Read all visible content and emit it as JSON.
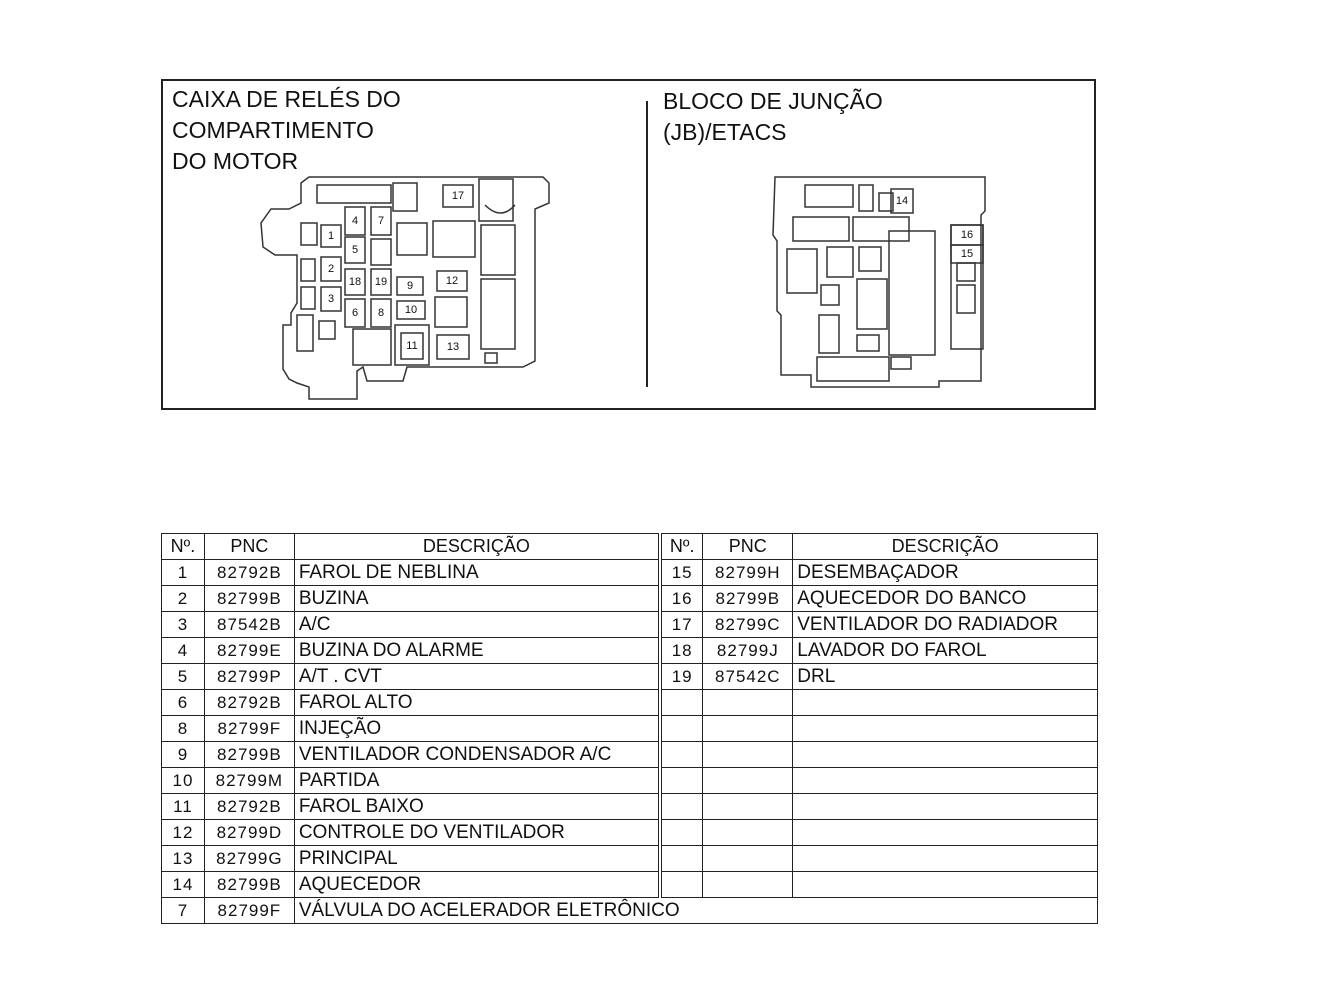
{
  "left_title": "CAIXA DE RELÉS DO\nCOMPARTIMENTO\nDO MOTOR",
  "right_title": "BLOCO DE JUNÇÃO\n(JB)/ETACS",
  "engine_box_labels": [
    "17",
    "4",
    "7",
    "1",
    "5",
    "2",
    "18",
    "19",
    "9",
    "12",
    "3",
    "6",
    "8",
    "10",
    "11",
    "13"
  ],
  "jb_labels": [
    "14",
    "16",
    "15"
  ],
  "table": {
    "headers": {
      "num": "Nº.",
      "pnc": "PNC",
      "desc": "DESCRIÇÃO"
    },
    "left_rows": [
      {
        "num": "1",
        "pnc": "82792B",
        "desc": "FAROL DE NEBLINA"
      },
      {
        "num": "2",
        "pnc": "82799B",
        "desc": "BUZINA"
      },
      {
        "num": "3",
        "pnc": "87542B",
        "desc": "A/C"
      },
      {
        "num": "4",
        "pnc": "82799E",
        "desc": "BUZINA DO ALARME"
      },
      {
        "num": "5",
        "pnc": "82799P",
        "desc": "A/T . CVT"
      },
      {
        "num": "6",
        "pnc": "82792B",
        "desc": "FAROL ALTO"
      },
      {
        "num": "8",
        "pnc": "82799F",
        "desc": "INJEÇÃO"
      },
      {
        "num": "9",
        "pnc": "82799B",
        "desc": "VENTILADOR CONDENSADOR A/C"
      },
      {
        "num": "10",
        "pnc": "82799M",
        "desc": "PARTIDA"
      },
      {
        "num": "11",
        "pnc": "82792B",
        "desc": "FAROL BAIXO"
      },
      {
        "num": "12",
        "pnc": "82799D",
        "desc": "CONTROLE DO VENTILADOR"
      },
      {
        "num": "13",
        "pnc": "82799G",
        "desc": "PRINCIPAL"
      },
      {
        "num": "14",
        "pnc": "82799B",
        "desc": "AQUECEDOR"
      }
    ],
    "right_rows": [
      {
        "num": "15",
        "pnc": "82799H",
        "desc": "DESEMBAÇADOR"
      },
      {
        "num": "16",
        "pnc": "82799B",
        "desc": "AQUECEDOR DO BANCO"
      },
      {
        "num": "17",
        "pnc": "82799C",
        "desc": "VENTILADOR DO RADIADOR"
      },
      {
        "num": "18",
        "pnc": "82799J",
        "desc": "LAVADOR DO FAROL"
      },
      {
        "num": "19",
        "pnc": "87542C",
        "desc": "DRL"
      }
    ],
    "last_row": {
      "num": "7",
      "pnc": "82799F",
      "desc": "VÁLVULA DO ACELERADOR ELETRÔNICO"
    }
  }
}
